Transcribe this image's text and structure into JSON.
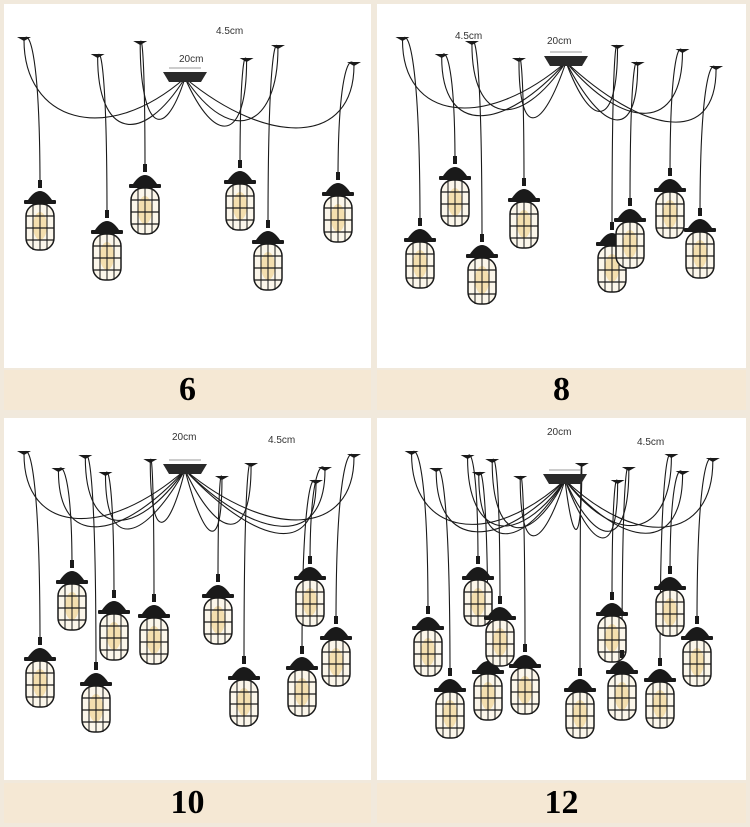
{
  "variants": [
    {
      "label": "6",
      "canopy_size": "20cm",
      "lamp_size": "4.5cm"
    },
    {
      "label": "8",
      "canopy_size": "20cm",
      "lamp_size": "4.5cm"
    },
    {
      "label": "10",
      "canopy_size": "20cm",
      "lamp_size": "4.5cm"
    },
    {
      "label": "12",
      "canopy_size": "20cm",
      "lamp_size": "4.5cm"
    }
  ],
  "colors": {
    "band": "#f5e8d4",
    "metal": "#1a1a1a",
    "bulb": "#f3d9a0"
  }
}
